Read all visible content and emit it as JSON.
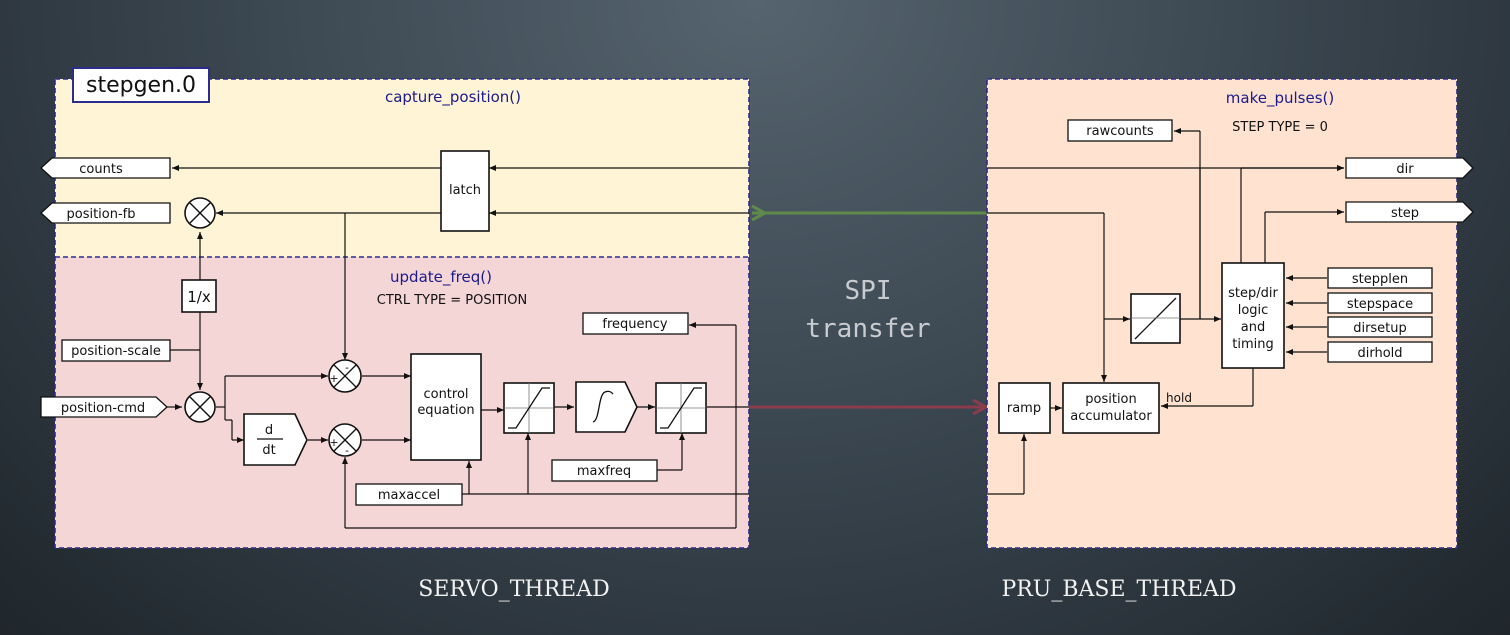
{
  "colors": {
    "servo_capture_bg": "#fff4d6",
    "servo_update_bg": "#f5d6d6",
    "pru_bg": "#ffe3d0",
    "frame": "#2c2c8c",
    "spi_green": "#5f8a4c",
    "spi_red": "#8a3c4c"
  },
  "stepgen": {
    "title": "stepgen.0",
    "capture_func": "capture_position()",
    "update_func": "update_freq()",
    "ctrl_type": "CTRL TYPE = POSITION",
    "pins": {
      "counts": "counts",
      "position_fb": "position-fb",
      "position_scale": "position-scale",
      "position_cmd": "position-cmd",
      "frequency": "frequency",
      "maxfreq": "maxfreq",
      "maxaccel": "maxaccel"
    },
    "blocks": {
      "latch": "latch",
      "inv": "1/x",
      "ddt_num": "d",
      "ddt_den": "dt",
      "ctrl_line1": "control",
      "ctrl_line2": "equation"
    }
  },
  "pru": {
    "func": "make_pulses()",
    "step_type": "STEP TYPE = 0",
    "pins": {
      "rawcounts": "rawcounts",
      "dir": "dir",
      "step": "step",
      "stepspace": "stepspace",
      "steplen": "stepplen",
      "dirsetup": "dirsetup",
      "dirhold": "dirhold"
    },
    "blocks": {
      "ramp": "ramp",
      "acc_line1": "position",
      "acc_line2": "accumulator",
      "hold": "hold",
      "logic_l1": "step/dir",
      "logic_l2": "logic",
      "logic_l3": "and",
      "logic_l4": "timing"
    }
  },
  "spi": {
    "line1": "SPI",
    "line2": "transfer"
  },
  "threads": {
    "servo": "SERVO_THREAD",
    "pru": "PRU_BASE_THREAD"
  }
}
